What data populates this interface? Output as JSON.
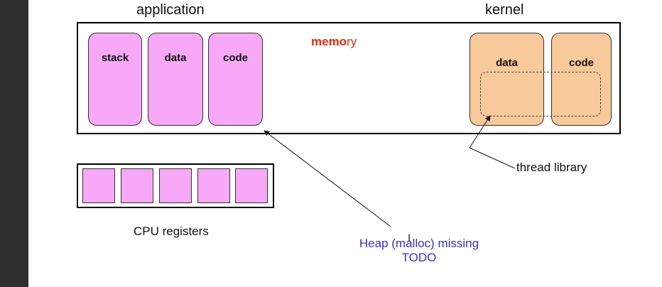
{
  "labels": {
    "application": "application",
    "kernel": "kernel",
    "cpu_registers": "CPU registers",
    "thread_library": "thread library"
  },
  "memory": {
    "title_bold": "memo",
    "title_rest": "ry",
    "app_segments": [
      "stack",
      "data",
      "code"
    ],
    "kernel_segments": [
      "data",
      "code"
    ]
  },
  "registers": {
    "count": 5
  },
  "note": {
    "line1": "Heap (malloc) missing",
    "line2": "TODO"
  },
  "colors": {
    "app_segment": "#f7a8f7",
    "kernel_segment": "#f8c99a",
    "memory_title": "#e62a0a",
    "note_text": "#3333cc",
    "sidebar": "#2f2f2f"
  }
}
